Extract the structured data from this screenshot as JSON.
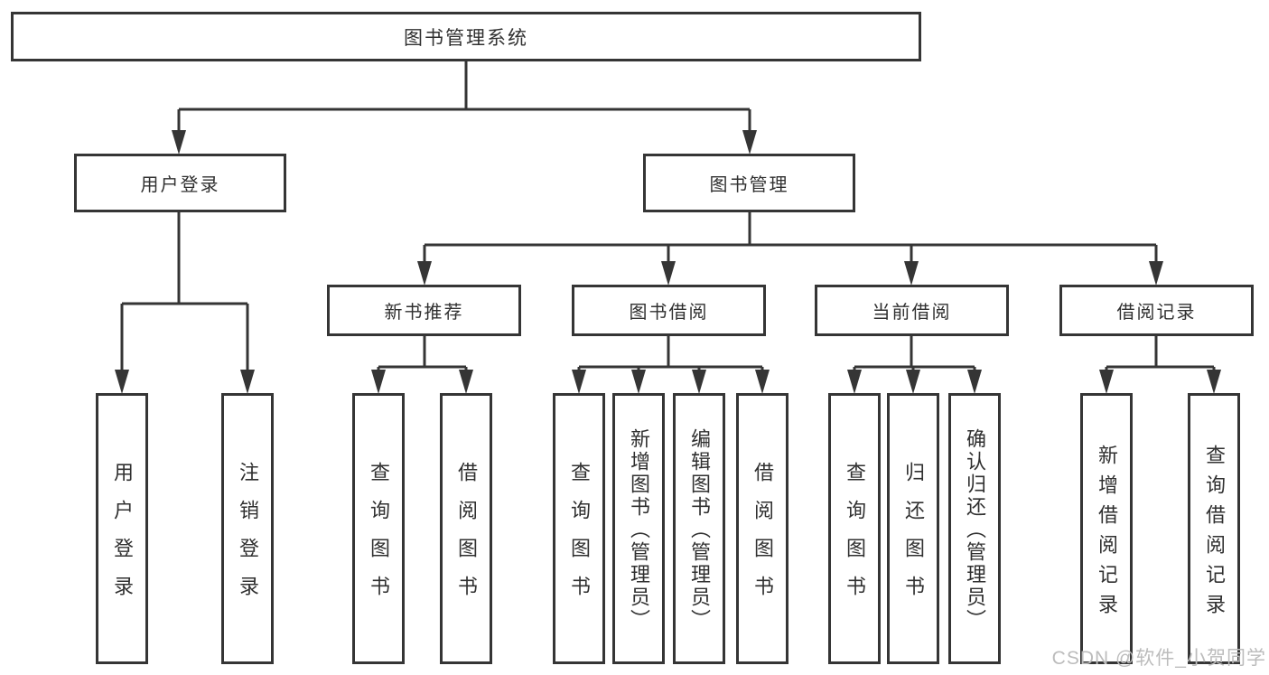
{
  "tree": {
    "root": {
      "label": "图书管理系统"
    },
    "level2": [
      {
        "label": "用户登录"
      },
      {
        "label": "图书管理"
      }
    ],
    "level3": [
      {
        "label": "新书推荐",
        "parent": "图书管理"
      },
      {
        "label": "图书借阅",
        "parent": "图书管理"
      },
      {
        "label": "当前借阅",
        "parent": "图书管理"
      },
      {
        "label": "借阅记录",
        "parent": "图书管理"
      }
    ],
    "leaves": [
      {
        "label": "用户登录",
        "parent": "用户登录"
      },
      {
        "label": "注销登录",
        "parent": "用户登录"
      },
      {
        "label": "查询图书",
        "parent": "新书推荐"
      },
      {
        "label": "借阅图书",
        "parent": "新书推荐"
      },
      {
        "label": "查询图书",
        "parent": "图书借阅"
      },
      {
        "label": "新增图书（管理员）",
        "parent": "图书借阅"
      },
      {
        "label": "编辑图书（管理员）",
        "parent": "图书借阅"
      },
      {
        "label": "借阅图书",
        "parent": "图书借阅"
      },
      {
        "label": "查询图书",
        "parent": "当前借阅"
      },
      {
        "label": "归还图书",
        "parent": "当前借阅"
      },
      {
        "label": "确认归还（管理员）",
        "parent": "当前借阅"
      },
      {
        "label": "新增借阅记录",
        "parent": "借阅记录"
      },
      {
        "label": "查询借阅记录",
        "parent": "借阅记录"
      }
    ],
    "watermark": "CSDN @软件_小贺同学",
    "colors": {
      "line": "#353535",
      "text": "#303030",
      "watermark": "#bcbcbc",
      "background": "#ffffff"
    }
  }
}
